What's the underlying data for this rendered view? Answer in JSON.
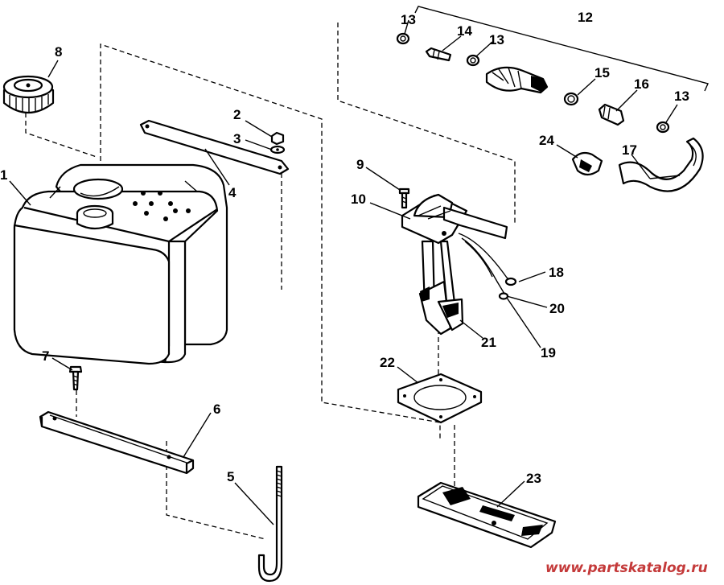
{
  "labels": {
    "l1": "1",
    "l2": "2",
    "l3": "3",
    "l4": "4",
    "l5": "5",
    "l6": "6",
    "l7": "7",
    "l8": "8",
    "l9": "9",
    "l10": "10",
    "l12": "12",
    "l13a": "13",
    "l13b": "13",
    "l13c": "13",
    "l14": "14",
    "l15": "15",
    "l16": "16",
    "l17": "17",
    "l18": "18",
    "l19": "19",
    "l20": "20",
    "l21": "21",
    "l22": "22",
    "l23": "23",
    "l24": "24"
  },
  "watermark": "www.partskatalog.ru"
}
